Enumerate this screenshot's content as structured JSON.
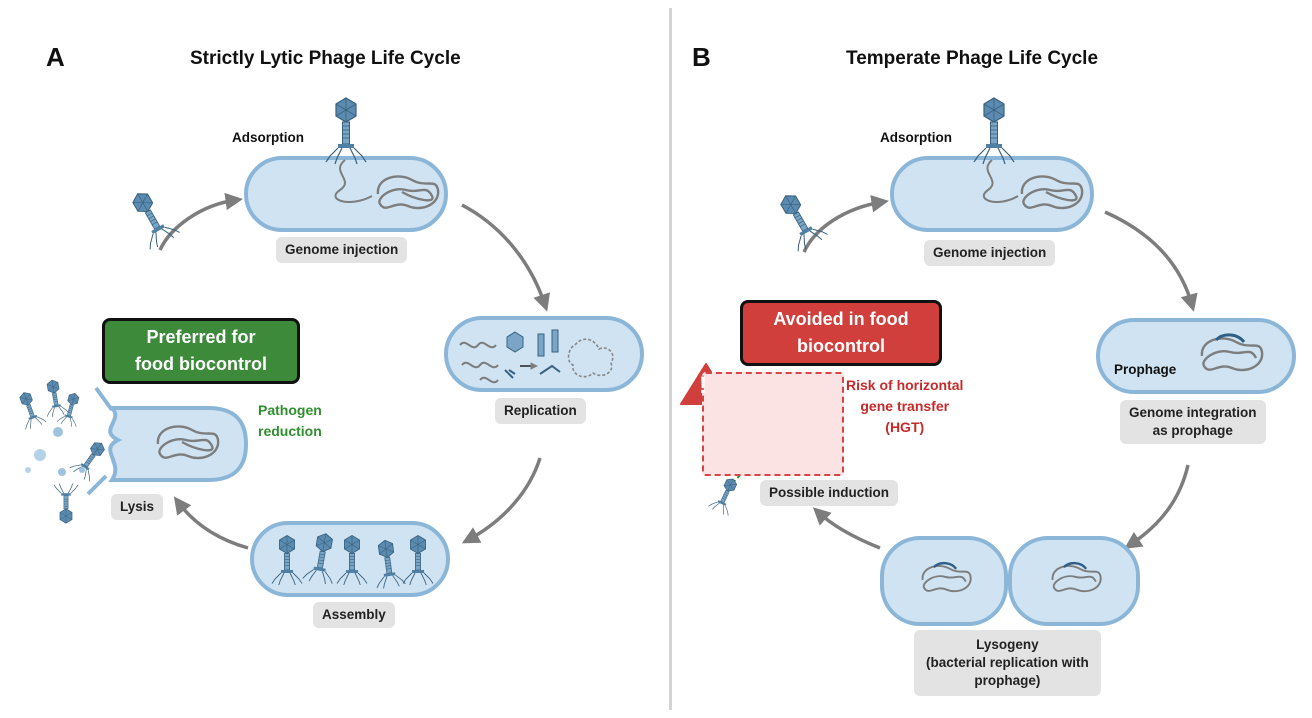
{
  "panel_a": {
    "letter": "A",
    "title": "Strictly Lytic Phage Life Cycle",
    "adsorption": "Adsorption",
    "genome_injection": "Genome injection",
    "replication": "Replication",
    "assembly": "Assembly",
    "lysis": "Lysis",
    "callout": [
      "Preferred for",
      "food biocontrol"
    ],
    "note": [
      "Pathogen",
      "reduction"
    ]
  },
  "panel_b": {
    "letter": "B",
    "title": "Temperate Phage Life Cycle",
    "adsorption": "Adsorption",
    "genome_injection": "Genome injection",
    "prophage": "Prophage",
    "integration": [
      "Genome integration",
      "as prophage"
    ],
    "lysogeny": [
      "Lysogeny",
      "(bacterial replication with",
      "prophage)"
    ],
    "induction": "Possible induction",
    "callout": [
      "Avoided in food",
      "biocontrol"
    ],
    "risk": [
      "Risk of horizontal",
      "gene transfer",
      "(HGT)"
    ],
    "warning_symbol": "!"
  },
  "colors": {
    "cell_fill": "#cfe3f3",
    "cell_stroke": "#8cb6d8",
    "phage": "#4f7fa3",
    "arrow": "#808080",
    "green_callout": "#3c8a3a",
    "red_callout": "#d13f3c",
    "prophage_dna": "#2f5e86"
  }
}
